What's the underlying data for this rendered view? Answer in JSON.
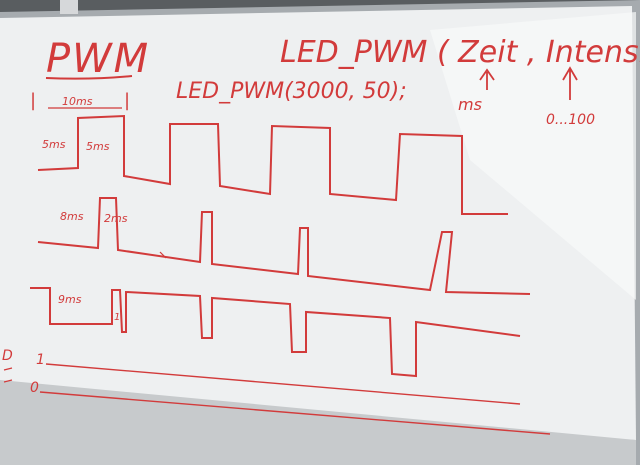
{
  "photo": {
    "subject": "whiteboard",
    "ink_color": "#d23b3b",
    "board_color": "#eef0f1",
    "frame_color": "#9ea3a7"
  },
  "writing": {
    "pwm_title": "PWM",
    "func_signature": "LED_PWM ( Zeit , Intensität )",
    "func_call": "LED_PWM(3000, 50);",
    "zeit_unit": "ms",
    "intensity_range": "0...100",
    "period_label": "10ms",
    "row1_low": "5ms",
    "row1_high": "5ms",
    "row2_low": "8ms",
    "row2_high": "2ms",
    "row3_high": "9ms",
    "row3_low": "1",
    "level_high": "1",
    "level_low": "0",
    "tick_left": "|",
    "tick_right": "|"
  }
}
